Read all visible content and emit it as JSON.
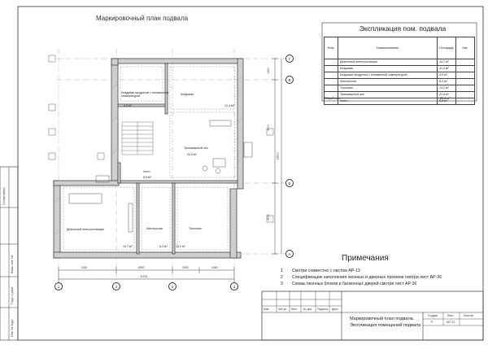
{
  "plan": {
    "title": "Маркировочный план подвала"
  },
  "explication": {
    "title": "Экспликация пом. подвала",
    "headers": [
      "Ном.",
      "Наименование",
      "Площадь",
      "Кат."
    ],
    "rows": [
      {
        "num": "",
        "name": "Дизельный электростанции",
        "area": "10,7 м²",
        "cat": ""
      },
      {
        "num": "",
        "name": "Кладовая",
        "area": "12,4 м²",
        "cat": ""
      },
      {
        "num": "",
        "name": "Кладовая продуктов с пониженной температурой",
        "area": "4,0 м²",
        "cat": ""
      },
      {
        "num": "",
        "name": "Мастерская",
        "area": "8,4 м²",
        "cat": ""
      },
      {
        "num": "",
        "name": "Топочная",
        "area": "13,2 м²",
        "cat": ""
      },
      {
        "num": "",
        "name": "Тренажерный зал",
        "area": "22,5 м²",
        "cat": ""
      },
      {
        "num": "",
        "name": "Холл",
        "area": "8,5 м²",
        "cat": ""
      }
    ],
    "total_label": "Общий итог",
    "total_area": "89,8 м²"
  },
  "notes": {
    "title": "Примечания",
    "items": [
      {
        "n": "1",
        "text": "Смотри совместно с листом АР-13"
      },
      {
        "n": "2",
        "text": "Спецификацию заполнения оконных и дверных проемов смотри лист АР-36"
      },
      {
        "n": "3",
        "text": "Схемы оконных блоков и балконных дверей смотри лист АР-36"
      }
    ]
  },
  "rooms": [
    {
      "name": "Кладовая продуктов с пониженной температурой",
      "area": "4,0 м²"
    },
    {
      "name": "Кладовая",
      "area": "12,4 м²"
    },
    {
      "name": "Тренажерный зал",
      "area": "22,5 м²"
    },
    {
      "name": "Холл",
      "area": "8,5 м²"
    },
    {
      "name": "Дизельный электростанции",
      "area": "10,7 м²"
    },
    {
      "name": "Мастерская",
      "area": "8,4 м²"
    },
    {
      "name": "Топочная",
      "area": "13,2 м²"
    }
  ],
  "axes": {
    "columns": [
      "1",
      "2",
      "3",
      "4"
    ],
    "rows": [
      "Г",
      "В",
      "Б",
      "А"
    ]
  },
  "dims": {
    "vertical": [
      "1400",
      "4000",
      "12600",
      "4000"
    ],
    "bottom_segments": [
      "1150",
      "8590",
      "2000",
      "4050"
    ],
    "bottom_total": "11700"
  },
  "title_block": {
    "headers": [
      "Изм.",
      "Кол.уч.",
      "Лист",
      "№ док.",
      "Подпись",
      "Дата"
    ],
    "desc_line1": "Маркировочный план подвала.",
    "desc_line2": "Экспликация помещений подвала",
    "stage_headers": [
      "Стадия",
      "Лист",
      "Листов"
    ],
    "stage_values": [
      "Р",
      "АР-13",
      ""
    ]
  },
  "side_stamp": [
    "Согласовано",
    "Взам. инв. №",
    "Подп. и дата",
    "Инв. № подл."
  ]
}
